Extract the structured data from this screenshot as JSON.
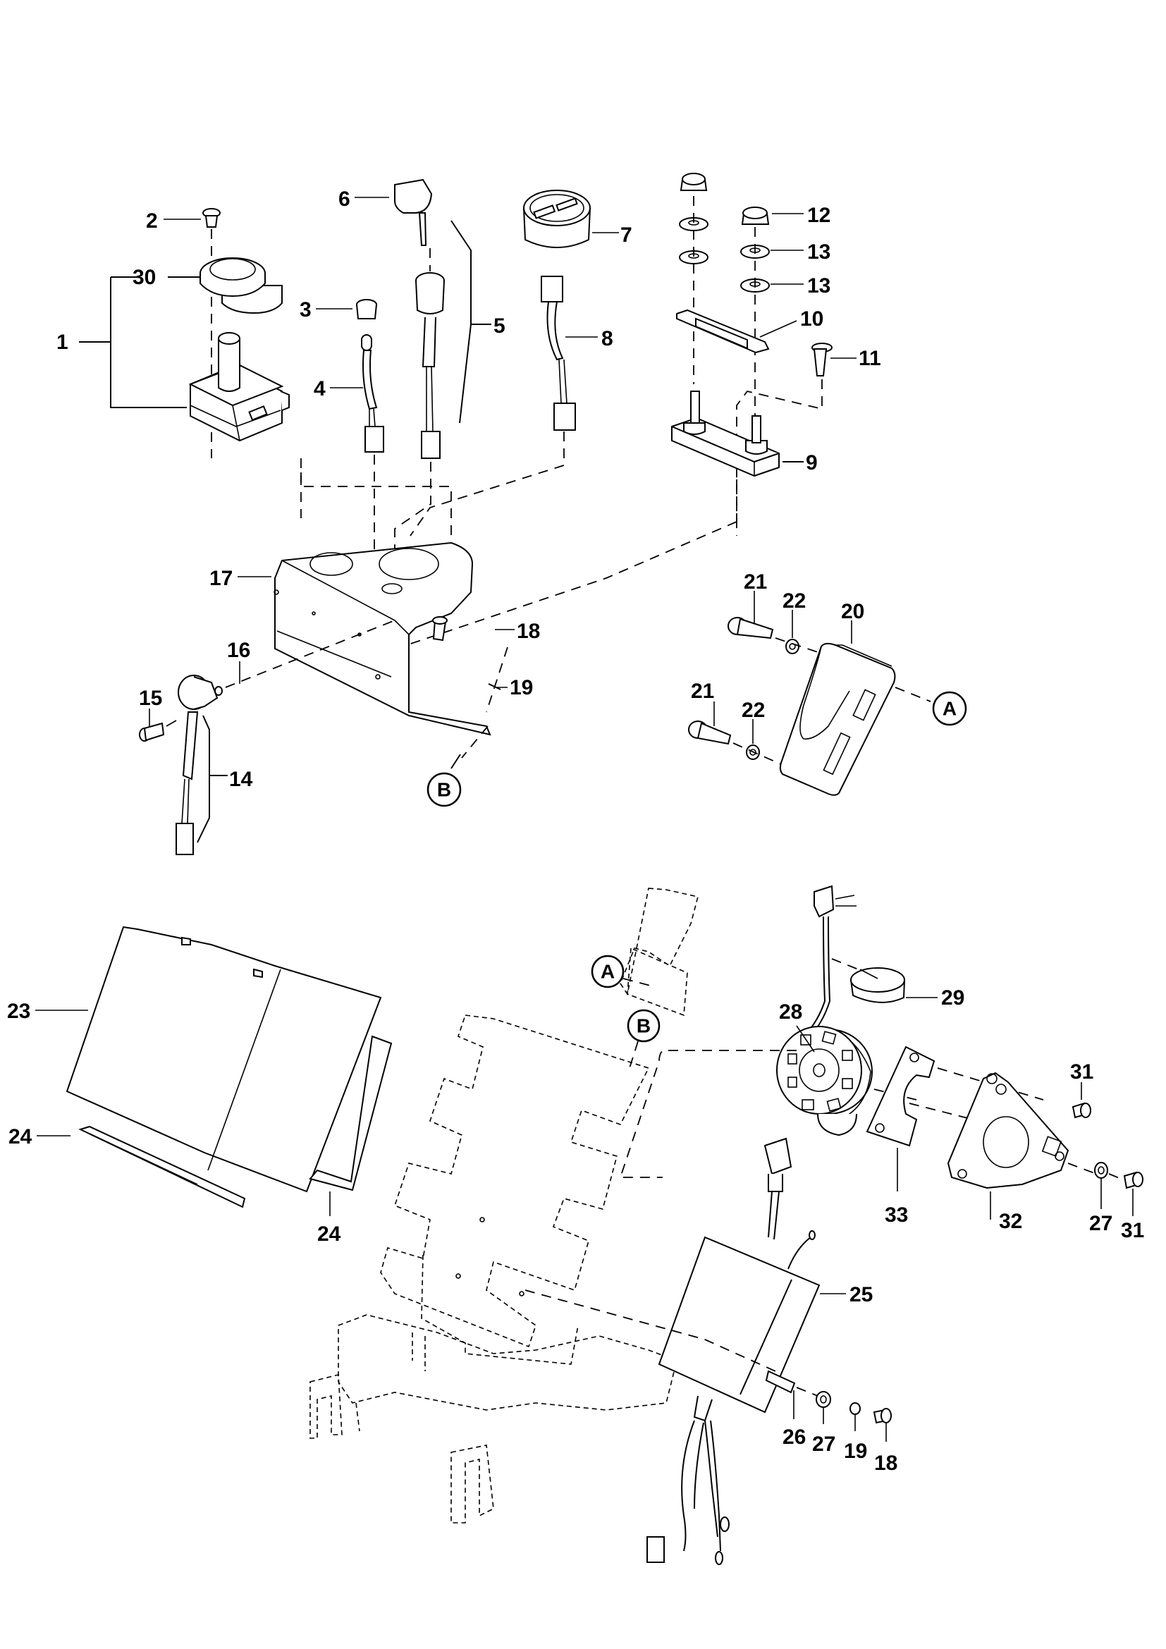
{
  "diagram": {
    "type": "exploded-parts-diagram",
    "callouts": [
      {
        "id": "c1",
        "label": "1"
      },
      {
        "id": "c2",
        "label": "2"
      },
      {
        "id": "c3",
        "label": "3"
      },
      {
        "id": "c4",
        "label": "4"
      },
      {
        "id": "c5",
        "label": "5"
      },
      {
        "id": "c6",
        "label": "6"
      },
      {
        "id": "c7",
        "label": "7"
      },
      {
        "id": "c8",
        "label": "8"
      },
      {
        "id": "c9",
        "label": "9"
      },
      {
        "id": "c10",
        "label": "10"
      },
      {
        "id": "c11",
        "label": "11"
      },
      {
        "id": "c12",
        "label": "12"
      },
      {
        "id": "c13a",
        "label": "13"
      },
      {
        "id": "c13b",
        "label": "13"
      },
      {
        "id": "c14",
        "label": "14"
      },
      {
        "id": "c15",
        "label": "15"
      },
      {
        "id": "c16",
        "label": "16"
      },
      {
        "id": "c17",
        "label": "17"
      },
      {
        "id": "c18a",
        "label": "18"
      },
      {
        "id": "c19a",
        "label": "19"
      },
      {
        "id": "c20",
        "label": "20"
      },
      {
        "id": "c21a",
        "label": "21"
      },
      {
        "id": "c22a",
        "label": "22"
      },
      {
        "id": "c21b",
        "label": "21"
      },
      {
        "id": "c22b",
        "label": "22"
      },
      {
        "id": "c23",
        "label": "23"
      },
      {
        "id": "c24a",
        "label": "24"
      },
      {
        "id": "c24b",
        "label": "24"
      },
      {
        "id": "c25",
        "label": "25"
      },
      {
        "id": "c26",
        "label": "26"
      },
      {
        "id": "c27a",
        "label": "27"
      },
      {
        "id": "c19b",
        "label": "19"
      },
      {
        "id": "c18b",
        "label": "18"
      },
      {
        "id": "c28",
        "label": "28"
      },
      {
        "id": "c29",
        "label": "29"
      },
      {
        "id": "c30",
        "label": "30"
      },
      {
        "id": "c31a",
        "label": "31"
      },
      {
        "id": "c31b",
        "label": "31"
      },
      {
        "id": "c32",
        "label": "32"
      },
      {
        "id": "c33",
        "label": "33"
      },
      {
        "id": "c27b",
        "label": "27"
      }
    ],
    "reference_markers": {
      "a_top": "A",
      "b_top": "B",
      "a_frame": "A",
      "b_frame": "B"
    }
  }
}
